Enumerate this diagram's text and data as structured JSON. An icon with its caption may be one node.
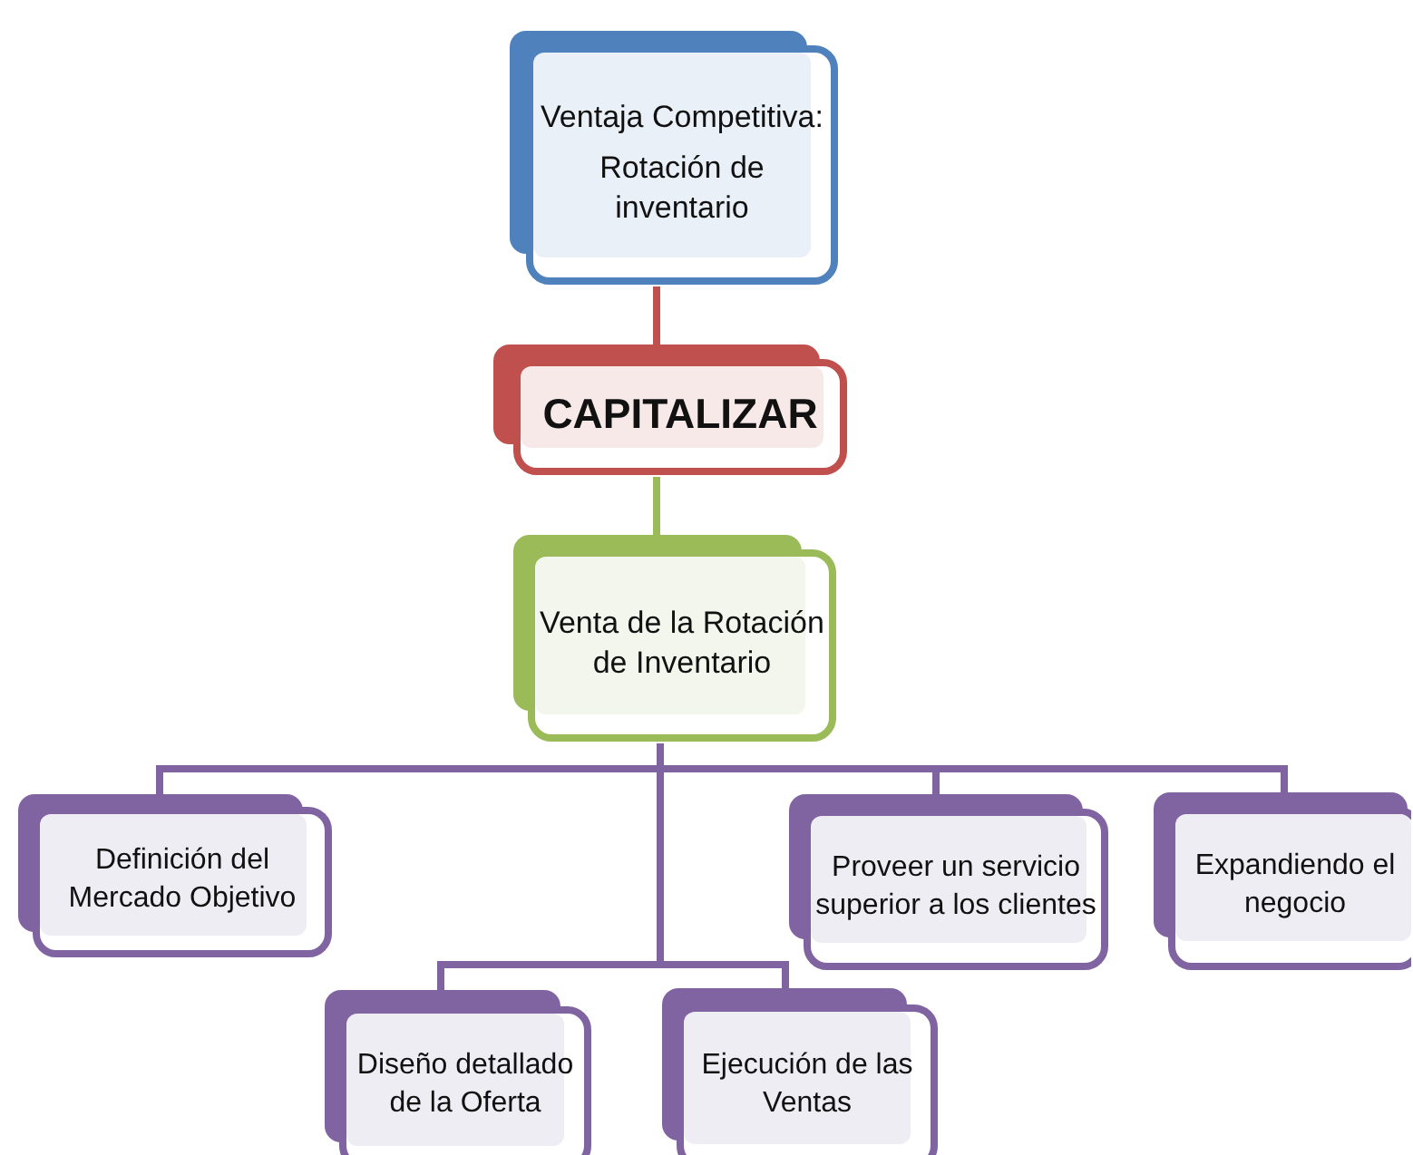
{
  "diagram": {
    "nodes": [
      {
        "text": [
          "Ventaja Competitiva:",
          "Rotación de inventario"
        ]
      },
      {
        "text": [
          "CAPITALIZAR"
        ]
      },
      {
        "text": [
          "Venta de la Rotación de Inventario"
        ]
      },
      {
        "text": [
          "Definición del Mercado Objetivo"
        ]
      },
      {
        "text": [
          "Diseño detallado de la Oferta"
        ]
      },
      {
        "text": [
          "Ejecución de las Ventas"
        ]
      },
      {
        "text": [
          "Proveer un servicio superior a los clientes"
        ]
      },
      {
        "text": [
          "Expandiendo el negocio"
        ]
      }
    ],
    "edges": [
      {
        "from": 0,
        "to": 1,
        "arrow": "none",
        "color": "#c0504d"
      },
      {
        "from": 1,
        "to": 2,
        "arrow": "none",
        "color": "#9bbb59"
      },
      {
        "from": 2,
        "to": 3,
        "arrow": "none"
      },
      {
        "from": 2,
        "to": 4,
        "arrow": "none"
      },
      {
        "from": 2,
        "to": 5,
        "arrow": "none"
      },
      {
        "from": 2,
        "to": 6,
        "arrow": "none"
      },
      {
        "from": 2,
        "to": 7,
        "arrow": "none"
      }
    ]
  }
}
